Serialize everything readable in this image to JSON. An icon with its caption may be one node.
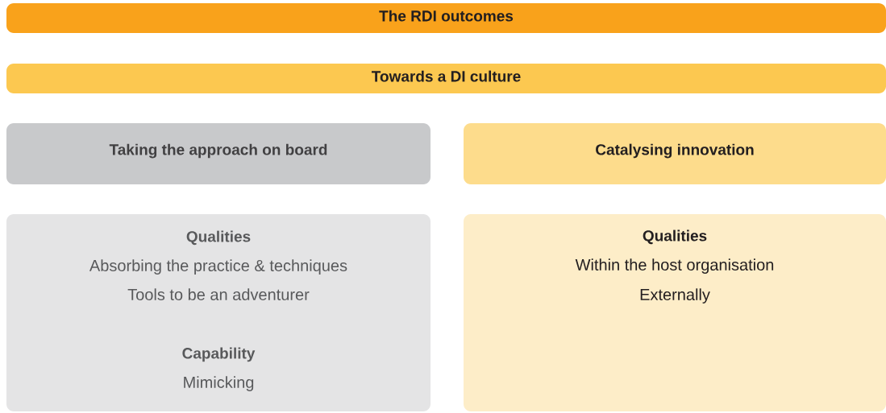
{
  "diagram": {
    "nodes": [
      {
        "text": [
          "The RDI outcomes"
        ]
      },
      {
        "text": [
          "Towards a DI culture"
        ]
      },
      {
        "text": [
          "Taking the approach on board"
        ]
      },
      {
        "text": [
          "Catalysing innovation"
        ]
      },
      {
        "text": [
          "Qualities",
          "Absorbing the practice & techniques",
          "Tools to be an adventurer",
          "Capability",
          "Mimicking"
        ]
      },
      {
        "text": [
          "Qualities",
          "Within the host organisation",
          "Externally"
        ]
      }
    ]
  }
}
